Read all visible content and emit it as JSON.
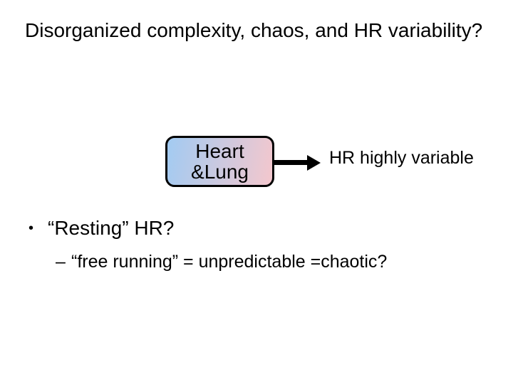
{
  "slide": {
    "title": "Disorganized complexity, chaos, and HR variability?",
    "diagram": {
      "box": {
        "line1": "Heart",
        "line2": "&Lung",
        "gradient_start": "#a2cbf2",
        "gradient_end": "#f4c7cd",
        "border_color": "#000000"
      },
      "arrow_label": "HR highly variable"
    },
    "bullet": {
      "marker": "•",
      "text": "“Resting” HR?"
    },
    "sub_bullet": {
      "marker": "–",
      "text": "“free running” = unpredictable =chaotic?"
    }
  }
}
